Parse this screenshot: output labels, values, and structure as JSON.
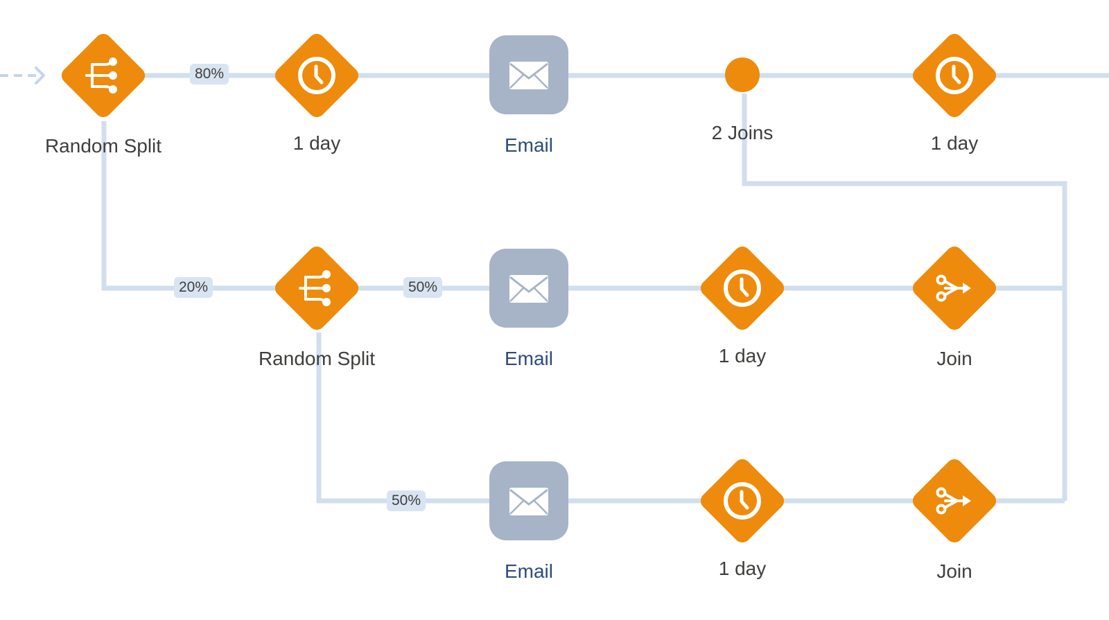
{
  "colors": {
    "action_orange": "#ee8b0c",
    "email_gray": "#a7b4c7",
    "connector": "#d1deee",
    "badge_bg": "#d9e4f2"
  },
  "branch_labels": {
    "split1_top": "80%",
    "split1_bottom": "20%",
    "split2_right": "50%",
    "split2_bottom": "50%"
  },
  "nodes": {
    "random_split_1": {
      "label": "Random Split",
      "icon": "split-icon"
    },
    "wait_1": {
      "label": "1 day",
      "icon": "clock-icon"
    },
    "email_1": {
      "label": "Email",
      "icon": "envelope-icon"
    },
    "join_point": {
      "label": "2 Joins"
    },
    "wait_2": {
      "label": "1 day",
      "icon": "clock-icon"
    },
    "random_split_2": {
      "label": "Random Split",
      "icon": "split-icon"
    },
    "email_2": {
      "label": "Email",
      "icon": "envelope-icon"
    },
    "wait_3": {
      "label": "1 day",
      "icon": "clock-icon"
    },
    "join_1": {
      "label": "Join",
      "icon": "join-icon"
    },
    "email_3": {
      "label": "Email",
      "icon": "envelope-icon"
    },
    "wait_4": {
      "label": "1 day",
      "icon": "clock-icon"
    },
    "join_2": {
      "label": "Join",
      "icon": "join-icon"
    }
  }
}
